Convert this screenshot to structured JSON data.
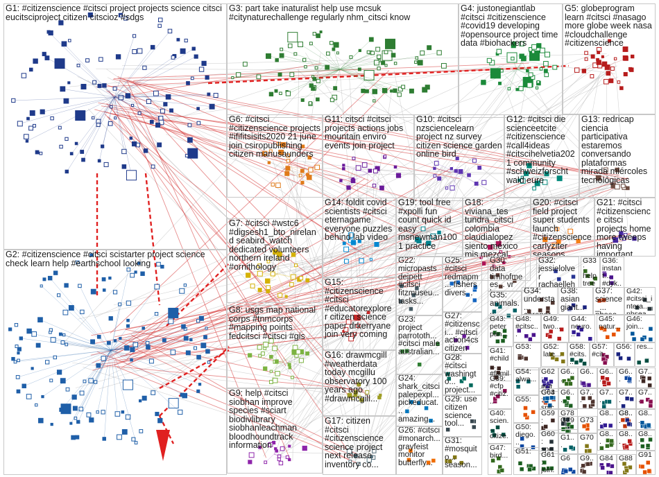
{
  "title": "",
  "groups": [
    {
      "id": "G1",
      "text": "G1: #citizenscience #citsci project projects science citsci eucitsciproject citizen citscioz #sdgs",
      "color": "#1f3a8a"
    },
    {
      "id": "G2",
      "text": "G2: #citizenscience #citsci scistarter project science check learn help #earthschool looking",
      "color": "#1f5fa8"
    },
    {
      "id": "G3",
      "text": "G3: part take inaturalist help use mcsuk #citynaturechallenge regularly nhm_citsci know",
      "color": "#2e7d32"
    },
    {
      "id": "G4",
      "text": "G4: justonegiantlab #citsci #citizenscience #covid19 developing #opensource project time data #biohackers",
      "color": "#1b8a3a"
    },
    {
      "id": "G5",
      "text": "G5: globeprogram learn #citsci #nasago more globe week nasa #cloudchallenge #citizenscience",
      "color": "#b71c1c"
    },
    {
      "id": "G6",
      "text": "G6: #citsci #citizenscience projects #ififitsisits2020 21 june join csiropublishing citizen manusaunders",
      "color": "#e07b1a"
    },
    {
      "id": "G7",
      "text": "G7: #citsci #wstc6 #digsesh1_bto_nireland seabird_watch dedicated volunteers northern ireland #ornithology",
      "color": "#d4b106"
    },
    {
      "id": "G8",
      "text": "G8: usgs map national corps #tnmcorps #mapping points fedcitsci #citsci #gis",
      "color": "#7cb342"
    },
    {
      "id": "G9",
      "text": "G9: help #citsci siobhan improve species #sciart biodivlibrary siobhanleachman bloodhoundtrack information",
      "color": "#8e24aa"
    },
    {
      "id": "G10",
      "text": "G10: #citsci nzsciencelearn project nz survey citizen science garden online bird",
      "color": "#5e35b1"
    },
    {
      "id": "G11",
      "text": "G11: citsci #citsci projects actions jobs mountain enviro events join project",
      "color": "#6a1b9a"
    },
    {
      "id": "G12",
      "text": "G12: #citsci die scienceetcite #citizenscience #call4ideas #citscihelvetia2021 community #schweizforscht wald eure",
      "color": "#00897b"
    },
    {
      "id": "G13",
      "text": "G13: redricap ciencia participativa estaremos conversando plataformas mirada miércoles tecnológicas",
      "color": "#6d4c41"
    },
    {
      "id": "G14",
      "text": "G14: foldit covid scientists #citsci eternagame everyone puzzles behind lab video",
      "color": "#0288d1"
    },
    {
      "id": "G15",
      "text": "G15: #citizenscience #citsci #educatorexplorer citizen science paper drkerryane join very coming",
      "color": "#c62828"
    },
    {
      "id": "G16",
      "text": "G16: drawmcgill #weatherdata today mcgillu observatory 100 years ago #drawmcgill...",
      "color": "#9e9d24"
    },
    {
      "id": "G17",
      "text": "G17: citizen #citsci #citizenscience science project next release inventory co...",
      "color": "#546e7a"
    },
    {
      "id": "G18",
      "text": "G18: viviana_tes tundra_citsci colombia claudialopez siento méxico mis mezcal...",
      "color": "#ad1457"
    },
    {
      "id": "G19",
      "text": "G19: tool free #xpolli fun count quick id easy msnewman1001 practice",
      "color": "#00838f"
    },
    {
      "id": "G20",
      "text": "G20: #citsci field project super students launch #citizenscience carlyziter seasons...",
      "color": "#f57f17"
    },
    {
      "id": "G21",
      "text": "G21: #citsci #citizenscience citsci projects home more tweeps having important...",
      "color": "#4527a0"
    },
    {
      "id": "G22",
      "text": "G22: micropasts dejpett #citsci fitzmuseu... tasks...",
      "color": "#455a64"
    },
    {
      "id": "G23",
      "text": "G23: project parrototh... #citsci male australian...",
      "color": "#2e7d32"
    },
    {
      "id": "G24",
      "text": "G24: shark_citsci palepexpl... pickeducat... amazing...",
      "color": "#0277bd"
    },
    {
      "id": "G25",
      "text": "G25: #citsci redmapm... fishers divers...",
      "color": "#1565c0"
    },
    {
      "id": "G26",
      "text": "G26: #citsci #monarch... grayfeist monitor butterfly...",
      "color": "#ef6c00"
    },
    {
      "id": "G27",
      "text": "G27: #citizensci... #citsci action4cs citizen 1st...",
      "color": "#6a1b9a"
    },
    {
      "id": "G28",
      "text": "G28: #citsci washingto... project...",
      "color": "#00695c"
    },
    {
      "id": "G29",
      "text": "G29: use citizen science tool...",
      "color": "#37474f"
    },
    {
      "id": "G30",
      "text": "G30: data timhofmees... vr low...",
      "color": "#5d4037"
    },
    {
      "id": "G31",
      "text": "G31: #mosquito... season...",
      "color": "#827717"
    },
    {
      "id": "G32",
      "text": "G32: jessielolver rachaelleh...",
      "color": "#283593"
    },
    {
      "id": "G33",
      "text": "G33: help tree #oakwilt...",
      "color": "#33691e"
    },
    {
      "id": "G34",
      "text": "G34: understa... coronar...",
      "color": "#4e342e"
    },
    {
      "id": "G35",
      "text": "G35: animals...",
      "color": "#006064"
    },
    {
      "id": "G36",
      "text": "G36: instant... #dyk...",
      "color": "#4a148c"
    },
    {
      "id": "G37",
      "text": "G37: science_... nhsea...",
      "color": "#bf360c"
    },
    {
      "id": "G38",
      "text": "G38: asian giant...",
      "color": "#1a237e"
    },
    {
      "id": "G39",
      "text": "G39: #cfp #citiz...",
      "color": "#880e4f"
    },
    {
      "id": "G40",
      "text": "G40: scien... citize...",
      "color": "#004d40"
    },
    {
      "id": "G41",
      "text": "G41: #child... #famil...",
      "color": "#3e2723"
    },
    {
      "id": "G42",
      "text": "G42: #citsci_intera... nhsea...",
      "color": "#263238"
    },
    {
      "id": "G43",
      "text": "G43: peter pan...",
      "color": "#1b5e20"
    },
    {
      "id": "G44",
      "text": "G44: neuro...",
      "color": "#311b92"
    },
    {
      "id": "G45",
      "text": "G45: natur...",
      "color": "#e65100"
    },
    {
      "id": "G46",
      "text": "G46: join...",
      "color": "#01579b"
    },
    {
      "id": "G47",
      "text": "G47: bird...",
      "color": "#33691e"
    },
    {
      "id": "G48",
      "text": "G48: #citsc...",
      "color": "#4a148c"
    },
    {
      "id": "G49",
      "text": "G49: two...",
      "color": "#b71c1c"
    },
    {
      "id": "G50",
      "text": "G50: diego...",
      "color": "#0d47a1"
    },
    {
      "id": "G51",
      "text": "G51:",
      "color": "#1b5e20"
    },
    {
      "id": "G52",
      "text": "G52: late...",
      "color": "#827717"
    },
    {
      "id": "G53",
      "text": "G53:",
      "color": "#4e342e"
    },
    {
      "id": "G54",
      "text": "G54: alwa...",
      "color": "#006064"
    },
    {
      "id": "G55",
      "text": "G55:",
      "color": "#e65100"
    },
    {
      "id": "G56",
      "text": "G56:",
      "color": "#1a237e"
    },
    {
      "id": "G57",
      "text": "G57: #cit...",
      "color": "#880e4f"
    },
    {
      "id": "G58",
      "text": "G58: #cits...",
      "color": "#004d40"
    },
    {
      "id": "G59",
      "text": "G59:",
      "color": "#3e2723"
    },
    {
      "id": "G60",
      "text": "G60: spo...",
      "color": "#263238"
    },
    {
      "id": "G61",
      "text": "G61: join...",
      "color": "#1b5e20"
    },
    {
      "id": "G62",
      "text": "G62: #cit...",
      "color": "#311b92"
    },
    {
      "id": "G63",
      "text": "G63:",
      "color": "#bf360c"
    },
    {
      "id": "G64",
      "text": "G64: spic...",
      "color": "#01579b"
    },
    {
      "id": "G65",
      "text": "G6...",
      "color": "#33691e"
    },
    {
      "id": "G66",
      "text": "G6...",
      "color": "#4a148c"
    },
    {
      "id": "G67",
      "text": "G6...",
      "color": "#b71c1c"
    },
    {
      "id": "G68",
      "text": "G6...",
      "color": "#0d47a1"
    },
    {
      "id": "G69",
      "text": "G6...",
      "color": "#1b5e20"
    },
    {
      "id": "G70",
      "text": "G70",
      "color": "#827717"
    },
    {
      "id": "G71",
      "text": "G7...",
      "color": "#4e342e"
    },
    {
      "id": "G72",
      "text": "G7...",
      "color": "#006064"
    },
    {
      "id": "G73",
      "text": "G73",
      "color": "#e65100"
    },
    {
      "id": "G74",
      "text": "G7...",
      "color": "#1a237e"
    },
    {
      "id": "G75",
      "text": "G7...",
      "color": "#880e4f"
    },
    {
      "id": "G76",
      "text": "res...",
      "color": "#004d40"
    },
    {
      "id": "G77",
      "text": "G7...",
      "color": "#3e2723"
    },
    {
      "id": "G78",
      "text": "G78",
      "color": "#263238"
    },
    {
      "id": "G79",
      "text": "G79",
      "color": "#1b5e20"
    },
    {
      "id": "G80",
      "text": "G8...",
      "color": "#311b92"
    },
    {
      "id": "G81",
      "text": "G8...",
      "color": "#bf360c"
    },
    {
      "id": "G82",
      "text": "G8...",
      "color": "#01579b"
    },
    {
      "id": "G83",
      "text": "G8...",
      "color": "#33691e"
    },
    {
      "id": "G84",
      "text": "G84",
      "color": "#4a148c"
    },
    {
      "id": "G85",
      "text": "G8...",
      "color": "#b71c1c"
    },
    {
      "id": "G86",
      "text": "G6",
      "color": "#0d47a1"
    },
    {
      "id": "G87",
      "text": "G8...",
      "color": "#1b5e20"
    },
    {
      "id": "G88",
      "text": "G88",
      "color": "#827717"
    },
    {
      "id": "G89",
      "text": "G9...",
      "color": "#4e342e"
    },
    {
      "id": "G90",
      "text": "G1...",
      "color": "#006064"
    },
    {
      "id": "G91",
      "text": "G91",
      "color": "#e65100"
    },
    {
      "id": "G92",
      "text": "G8...",
      "color": "#1a237e"
    }
  ],
  "edge_color_red": "#d32f2f",
  "edge_color_grey": "#b0b0b0"
}
